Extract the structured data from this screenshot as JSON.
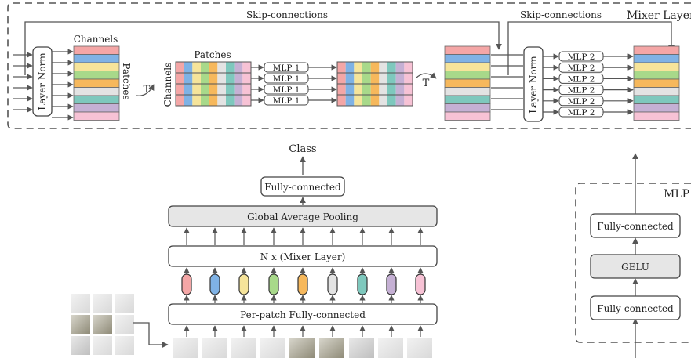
{
  "colors": {
    "token": [
      "#f4a6a6",
      "#7fb2e5",
      "#f6e49a",
      "#a8d98a",
      "#f6b85c",
      "#e3e3e3",
      "#7ec8bd",
      "#c5b0d4",
      "#f7c2d5"
    ],
    "box_fill": "#ffffff",
    "box_fill_gray": "#e6e6e6",
    "line": "#555555"
  },
  "mixer_layer": {
    "title": "Mixer Layer",
    "skip_label_1": "Skip-connections",
    "skip_label_2": "Skip-connections",
    "layer_norm_1": "Layer Norm",
    "layer_norm_2": "Layer Norm",
    "channels_label": "Channels",
    "patches_label": "Patches",
    "patches_label_2": "Patches",
    "channels_label_2": "Channels",
    "transpose_1": "T",
    "transpose_2": "T",
    "mlp1_label": "MLP 1",
    "mlp2_label": "MLP 2",
    "mlp1_count": 4,
    "mlp2_count": 6
  },
  "main": {
    "class_label": "Class",
    "fc_label": "Fully-connected",
    "gap_label": "Global Average Pooling",
    "mixer_stack_label": "N x (Mixer Layer)",
    "per_patch_label": "Per-patch Fully-connected"
  },
  "mlp_block": {
    "title": "MLP",
    "fc_top": "Fully-connected",
    "gelu": "GELU",
    "fc_bottom": "Fully-connected"
  }
}
